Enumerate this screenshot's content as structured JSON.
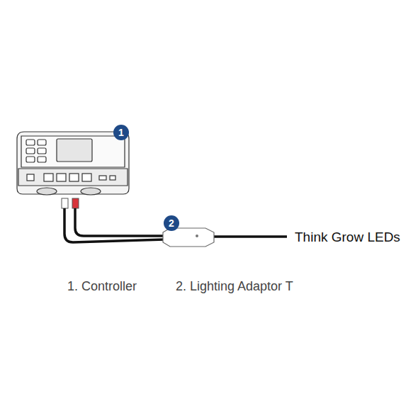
{
  "diagram": {
    "labels": [
      "1",
      "2",
      "Think Grow LEDs",
      "1. Controller",
      "2. Lighting Adaptor T"
    ]
  }
}
